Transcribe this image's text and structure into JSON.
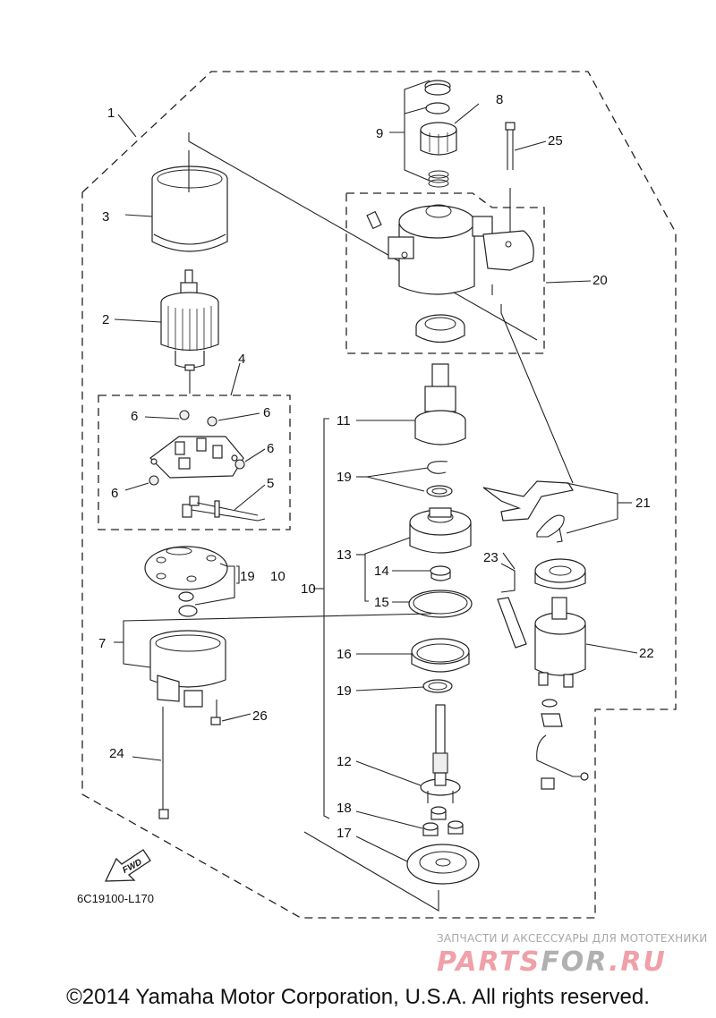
{
  "diagram": {
    "title": "Electric starter motor exploded parts diagram",
    "drawing_code": "6C19100-L170",
    "fwd_label": "FWD",
    "callouts": {
      "c1": "1",
      "c2": "2",
      "c3": "3",
      "c4": "4",
      "c5": "5",
      "c6a": "6",
      "c6b": "6",
      "c6c": "6",
      "c6d": "6",
      "c7": "7",
      "c8": "8",
      "c9": "9",
      "c10a": "10",
      "c10b": "10",
      "c11": "11",
      "c12": "12",
      "c13": "13",
      "c14": "14",
      "c15": "15",
      "c16": "16",
      "c17": "17",
      "c18": "18",
      "c19a": "19",
      "c19b": "19",
      "c19c": "19",
      "c20": "20",
      "c21": "21",
      "c22": "22",
      "c23": "23",
      "c24": "24",
      "c25": "25",
      "c26": "26"
    }
  },
  "watermark": {
    "subtitle": "ЗАПЧАСТИ И АКСЕССУАРЫ ДЛЯ МОТОТЕХНИКИ",
    "brand_part1": "PARTS",
    "brand_part2": "FOR",
    "brand_part3": ".RU",
    "colors": {
      "pink": "#f0a0a8",
      "gray": "#b0b0b0"
    }
  },
  "footer": {
    "copyright": "©2014 Yamaha Motor Corporation, U.S.A. All rights reserved."
  }
}
